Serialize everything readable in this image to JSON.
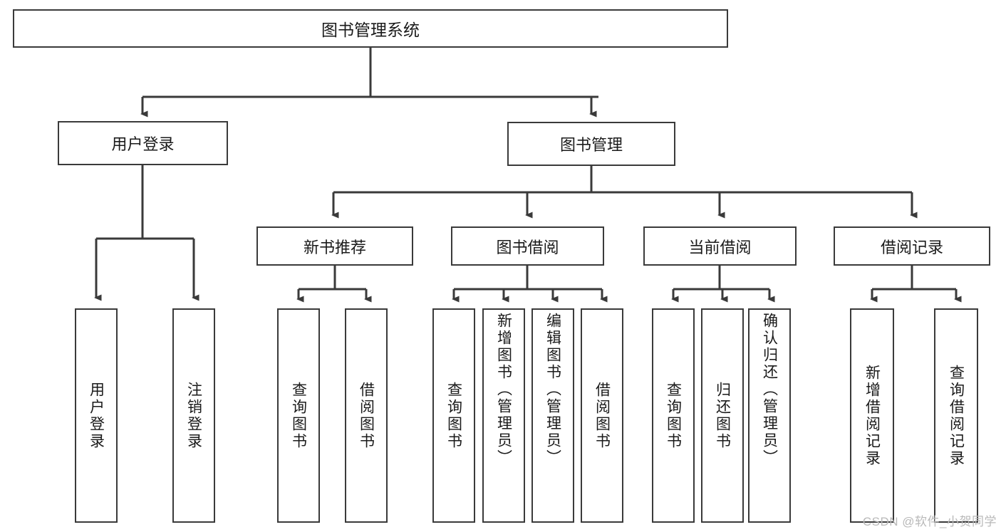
{
  "diagram": {
    "title": "图书管理系统",
    "type": "tree-hierarchy-diagram",
    "colors": {
      "box_border": "#3a3a3a",
      "box_fill": "#ffffff",
      "line": "#3a3a3a",
      "text": "#1a1a1a",
      "watermark": "#b9b9b9",
      "background": "#ffffff"
    },
    "nodes": {
      "root": {
        "label": "图书管理系统"
      },
      "level2": [
        {
          "label": "用户登录"
        },
        {
          "label": "图书管理"
        }
      ],
      "level3": [
        {
          "label": "新书推荐"
        },
        {
          "label": "图书借阅"
        },
        {
          "label": "当前借阅"
        },
        {
          "label": "借阅记录"
        }
      ],
      "leaves": {
        "user_login": [
          {
            "label": "用户登录"
          },
          {
            "label": "注销登录"
          }
        ],
        "new_book_recommend": [
          {
            "label": "查询图书"
          },
          {
            "label": "借阅图书"
          }
        ],
        "book_borrow": [
          {
            "label": "查询图书"
          },
          {
            "label": "新增图书（管理员）"
          },
          {
            "label": "编辑图书（管理员）"
          },
          {
            "label": "借阅图书"
          }
        ],
        "current_borrow": [
          {
            "label": "查询图书"
          },
          {
            "label": "归还图书"
          },
          {
            "label": "确认归还（管理员）"
          }
        ],
        "borrow_record": [
          {
            "label": "新增借阅记录"
          },
          {
            "label": "查询借阅记录"
          }
        ]
      }
    },
    "watermark": "CSDN @软件_小贺同学"
  }
}
